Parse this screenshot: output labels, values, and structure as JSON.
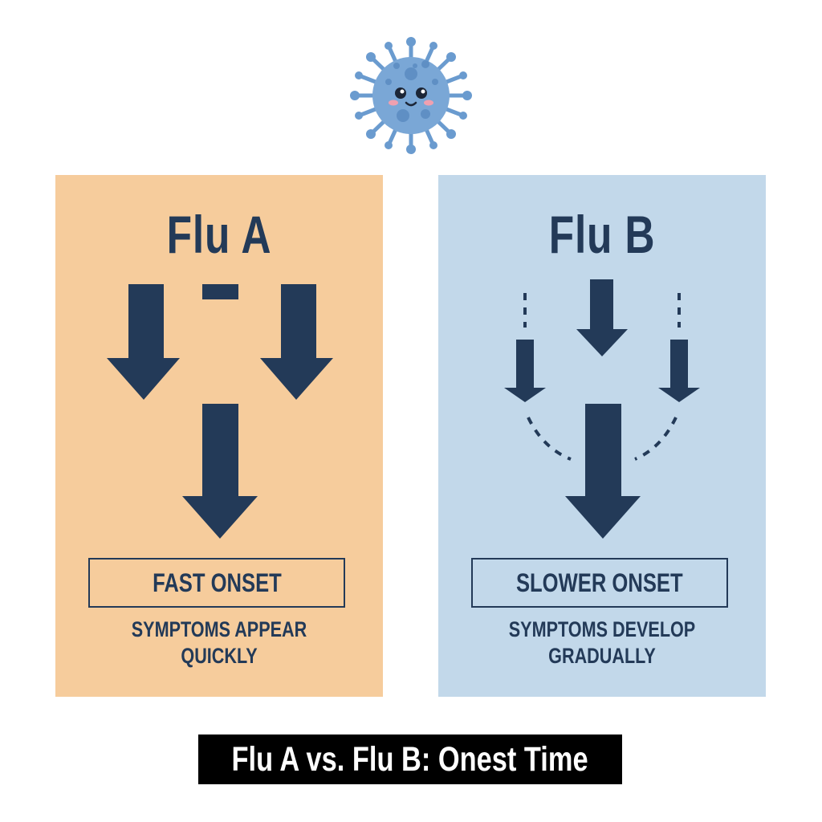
{
  "icon": {
    "name": "virus-mascot-icon",
    "color": "#6a9bcf"
  },
  "panels": [
    {
      "title": "Flu A",
      "background": "#f6cc9c",
      "onset_label": "FAST ONSET",
      "description_lines": [
        "SYMPTOMS APPEAR",
        "QUICKLY"
      ]
    },
    {
      "title": "Flu B",
      "background": "#c2d8ea",
      "onset_label": "SLOWER ONSET",
      "description_lines": [
        "SYMPTOMS DEVELOP",
        "GRADUALLY"
      ]
    }
  ],
  "caption": "Flu A vs. Flu B: Onest Time",
  "colors": {
    "ink": "#233a58",
    "caption_bg": "#000000",
    "caption_text": "#ffffff"
  }
}
